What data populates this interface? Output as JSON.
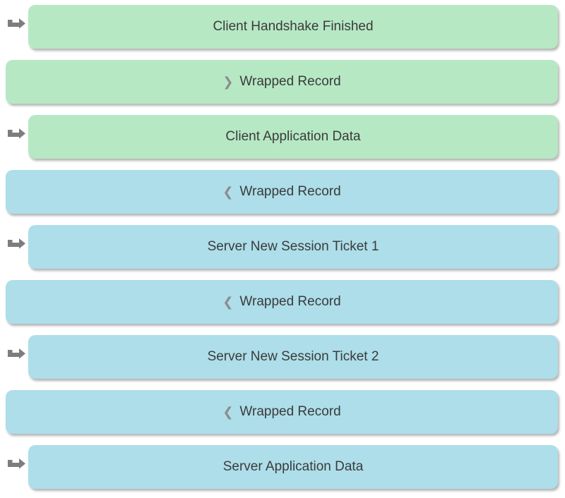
{
  "colors": {
    "client_record_bg": "#b6e8c4",
    "server_record_bg": "#addee9",
    "record_text": "#3b3b3b",
    "chevron_gray": "#8c8c8c",
    "arrow_gray": "#7d7d7d",
    "page_bg": "#ffffff"
  },
  "records": [
    {
      "label": "Client Handshake Finished",
      "direction": "client",
      "has_arrow": true,
      "chevron": ""
    },
    {
      "label": "Wrapped Record",
      "direction": "client",
      "has_arrow": false,
      "chevron": "❯"
    },
    {
      "label": "Client Application Data",
      "direction": "client",
      "has_arrow": true,
      "chevron": ""
    },
    {
      "label": "Wrapped Record",
      "direction": "server",
      "has_arrow": false,
      "chevron": "❮"
    },
    {
      "label": "Server New Session Ticket 1",
      "direction": "server",
      "has_arrow": true,
      "chevron": ""
    },
    {
      "label": "Wrapped Record",
      "direction": "server",
      "has_arrow": false,
      "chevron": "❮"
    },
    {
      "label": "Server New Session Ticket 2",
      "direction": "server",
      "has_arrow": true,
      "chevron": ""
    },
    {
      "label": "Wrapped Record",
      "direction": "server",
      "has_arrow": false,
      "chevron": "❮"
    },
    {
      "label": "Server Application Data",
      "direction": "server",
      "has_arrow": true,
      "chevron": ""
    }
  ]
}
